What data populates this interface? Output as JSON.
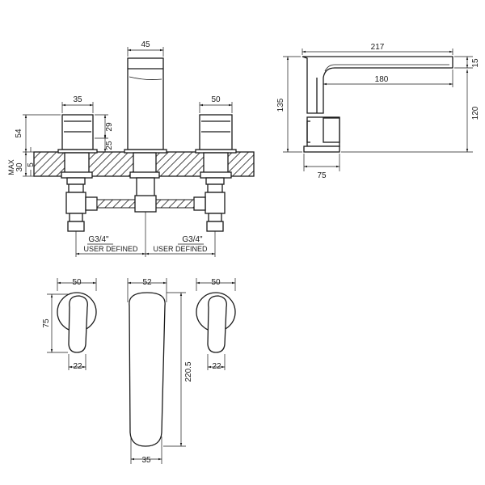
{
  "front_view": {
    "dims": {
      "spout_width": "45",
      "left_handle_width": "35",
      "right_handle_width": "50",
      "height_54": "54",
      "max_label": "MAX",
      "deck_30": "30",
      "deck_5": "5",
      "handle_29": "29",
      "handle_25": "25"
    },
    "thread_left": "G3/4\"",
    "thread_right": "G3/4\"",
    "user_defined_left": "USER DEFINED",
    "user_defined_right": "USER DEFINED"
  },
  "side_view": {
    "dims": {
      "length": "217",
      "top_thickness": "15",
      "reach": "180",
      "total_height": "135",
      "outlet_height": "120",
      "base_width": "75"
    }
  },
  "plan_view": {
    "dims": {
      "left_plate_width": "50",
      "left_plate_height": "75",
      "left_lever_width": "22",
      "spout_width": "52",
      "spout_length": "220.5",
      "spout_tip_width": "35",
      "right_plate_width": "50",
      "right_lever_width": "22"
    }
  }
}
